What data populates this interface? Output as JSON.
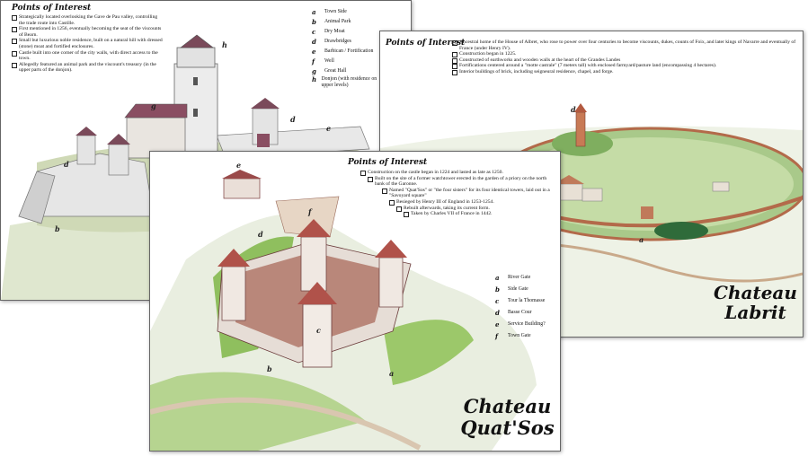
{
  "card1": {
    "points_title": "Points of Interest",
    "points": [
      "Strategically located overlooking the Gave de Pau valley, controlling the trade route into Castille.",
      "First mentioned in 1256, eventually becoming the seat of the viscounts of Bearn.",
      "Small but luxurious noble residence, built on a natural hill with dressed (stone) moat and fortified enclosures.",
      "Castle built into one corner of the city walls, with direct access to the town.",
      "Allegedly featured an animal park and the viscount's treasury (in the upper parts of the donjon)."
    ],
    "legend": [
      {
        "key": "a",
        "text": "Town Side"
      },
      {
        "key": "b",
        "text": "Animal Park"
      },
      {
        "key": "c",
        "text": "Dry Moat"
      },
      {
        "key": "d",
        "text": "Drawbridges"
      },
      {
        "key": "e",
        "text": "Barbican / Fortification"
      },
      {
        "key": "f",
        "text": "Well"
      },
      {
        "key": "g",
        "text": "Great Hall"
      },
      {
        "key": "h",
        "text": "Donjon (with residence on upper levels)"
      }
    ],
    "map_labels": [
      "h",
      "g",
      "d",
      "e",
      "d",
      "b"
    ]
  },
  "card2": {
    "points_title": "Points of Interest",
    "points": [
      "Ancestral home of the House of Albret, who rose to power over four centuries to become viscounts, dukes, counts of Foix, and later kings of Navarre and eventually of France (under Henry IV).",
      "Construction began in 1225.",
      "Constructed of earthworks and wooden walls at the heart of the Grandes Landes",
      "Fortifications centered around a \"motte castrale\" (7 meters tall) with enclosed farmyard/pasture land (encompassing 4 hectares).",
      "Interior buildings of brick, including seigneural residence, chapel, and forge."
    ],
    "title_line1": "Chateau",
    "title_line2": "Labrit",
    "map_labels": [
      "d",
      "a"
    ]
  },
  "card3": {
    "points_title": "Points of Interest",
    "points": [
      "Construction on the castle began in 1224 and lasted as late as 1250.",
      "Built on the site of a former watchtower erected in the garden of a priory on the north bank of the Garonne.",
      "Named \"Quat'Sos\" or \"the four sisters\" for its four identical towers, laid out in a \"Savoyard square\"",
      "Besieged by Henry III of England in 1253-1254.",
      "Rebuilt afterwards, taking its current form.",
      "Taken by Charles VII of France in 1442."
    ],
    "legend": [
      {
        "key": "a",
        "text": "River Gate"
      },
      {
        "key": "b",
        "text": "Side Gate"
      },
      {
        "key": "c",
        "text": "Tour la Thomasse"
      },
      {
        "key": "d",
        "text": "Basse Cour"
      },
      {
        "key": "e",
        "text": "Service Building?"
      },
      {
        "key": "f",
        "text": "Town Gate"
      }
    ],
    "title_line1": "Chateau",
    "title_line2": "Quat'Sos",
    "map_labels": [
      "e",
      "f",
      "d",
      "c",
      "b",
      "a"
    ]
  }
}
